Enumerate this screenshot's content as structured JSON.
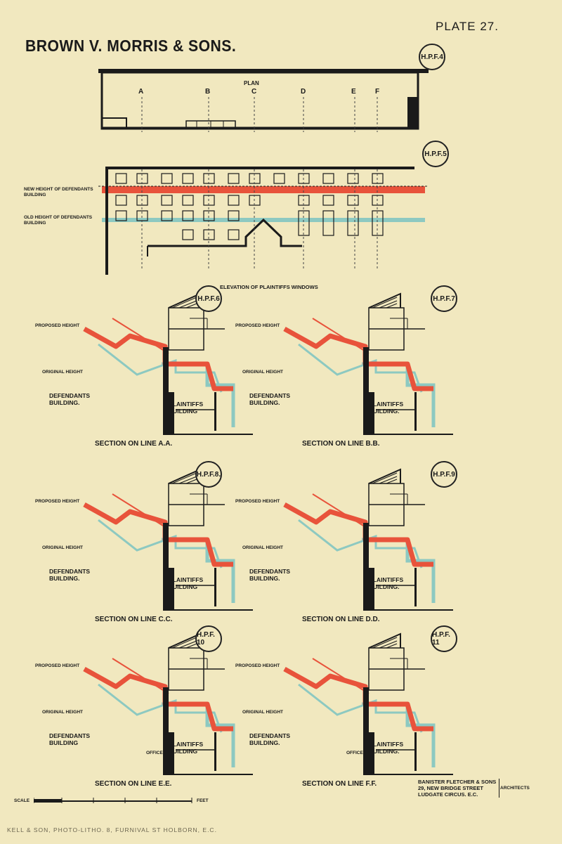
{
  "header": {
    "title": "BROWN V. MORRIS & SONS.",
    "plate": "PLATE 27."
  },
  "plan": {
    "ref": "H.P.F.4",
    "label": "PLAN",
    "line_letters": [
      "A",
      "B",
      "C",
      "D",
      "E",
      "F"
    ]
  },
  "elevation": {
    "ref": "H.P.F.5",
    "caption": "ELEVATION OF PLAINTIFFS WINDOWS",
    "new_height_label": "NEW HEIGHT OF DEFENDANTS BUILDING",
    "old_height_label": "OLD HEIGHT OF DEFENDANTS BUILDING"
  },
  "sections": [
    {
      "ref": "H.P.F.6",
      "caption": "SECTION ON LINE A.A.",
      "proposed": "PROPOSED HEIGHT",
      "original": "ORIGINAL HEIGHT",
      "defendants": "DEFENDANTS BUILDING.",
      "plaintiffs": "PLAINTIFFS BUILDING",
      "office": ""
    },
    {
      "ref": "H.P.F.7",
      "caption": "SECTION ON LINE B.B.",
      "proposed": "PROPOSED HEIGHT",
      "original": "ORIGINAL HEIGHT",
      "defendants": "DEFENDANTS BUILDING.",
      "plaintiffs": "PLAINTIFFS BUILDING.",
      "office": ""
    },
    {
      "ref": "H.P.F.8.",
      "caption": "SECTION ON LINE C.C.",
      "proposed": "PROPOSED HEIGHT",
      "original": "ORIGINAL HEIGHT",
      "defendants": "DEFENDANTS BUILDING.",
      "plaintiffs": "PLAINTIFFS BUILDING",
      "office": ""
    },
    {
      "ref": "H.P.F.9",
      "caption": "SECTION ON LINE D.D.",
      "proposed": "PROPOSED HEIGHT",
      "original": "ORIGINAL HEIGHT",
      "defendants": "DEFENDANTS BUILDING.",
      "plaintiffs": "PLAINTIFFS BUILDING.",
      "office": ""
    },
    {
      "ref": "H.P.F. 10",
      "caption": "SECTION ON LINE E.E.",
      "proposed": "PROPOSED HEIGHT",
      "original": "ORIGINAL HEIGHT",
      "defendants": "DEFENDANTS BUILDING",
      "plaintiffs": "PLAINTIFFS BUILDING",
      "office": "OFFICE"
    },
    {
      "ref": "H.P.F. 11",
      "caption": "SECTION ON LINE F.F.",
      "proposed": "PROPOSED HEIGHT",
      "original": "ORIGINAL HEIGHT",
      "defendants": "DEFENDANTS BUILDING.",
      "plaintiffs": "PLAINTIFFS BUILDING.",
      "office": "OFFICE"
    }
  ],
  "scale": {
    "label": "SCALE",
    "unit": "FEET"
  },
  "architects": {
    "lines": [
      "BANISTER FLETCHER & SONS",
      "29, NEW BRIDGE STREET",
      "LUDGATE CIRCUS. E.C."
    ],
    "role": "ARCHITECTS"
  },
  "footer": "KELL & SON, PHOTO-LITHO. 8, FURNIVAL ST HOLBORN, E.C.",
  "colors": {
    "red": "#e8533b",
    "teal": "#8dc9c1",
    "paper": "#f1e8bf",
    "ink": "#1a1a1a"
  }
}
